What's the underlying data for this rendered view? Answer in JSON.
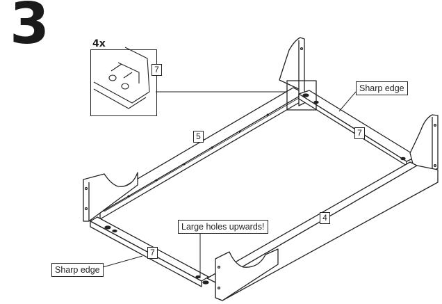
{
  "step": {
    "number": "3"
  },
  "detail": {
    "quantity": "4x",
    "part": "7"
  },
  "callouts": {
    "sharp_edge_right": "Sharp edge",
    "sharp_edge_left": "Sharp edge",
    "large_holes": "Large holes upwards!"
  },
  "parts": {
    "rail_back": "5",
    "rail_front": "4",
    "crossbar_right": "7",
    "crossbar_left": "7"
  }
}
